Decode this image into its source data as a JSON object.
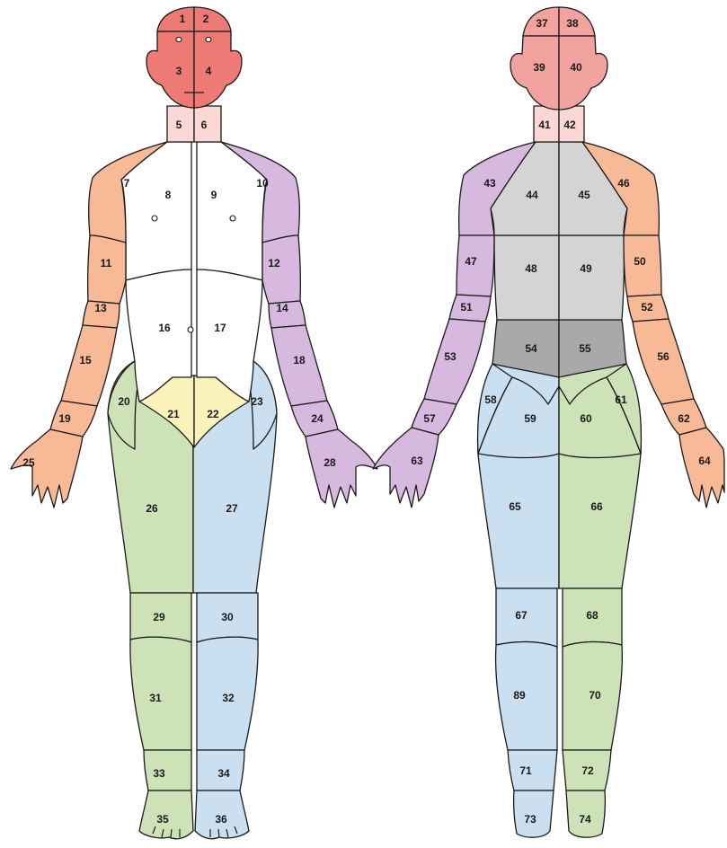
{
  "colors": {
    "head": "#ee7a76",
    "head_back": "#f2a3a0",
    "neck": "#fbd8d6",
    "orange": "#f8b997",
    "purple": "#d7b8df",
    "white": "#ffffff",
    "yellow": "#fcf3bb",
    "green": "#cde3b7",
    "blue": "#cadff0",
    "grey_light": "#d4d4d4",
    "grey_dark": "#a9a9a9",
    "outline": "#1a1a1a"
  },
  "regions": {
    "r1": "1",
    "r2": "2",
    "r3": "3",
    "r4": "4",
    "r5": "5",
    "r6": "6",
    "r7": "7",
    "r8": "8",
    "r9": "9",
    "r10": "10",
    "r11": "11",
    "r12": "12",
    "r13": "13",
    "r14": "14",
    "r15": "15",
    "r16": "16",
    "r17": "17",
    "r18": "18",
    "r19": "19",
    "r20": "20",
    "r21": "21",
    "r22": "22",
    "r23": "23",
    "r24": "24",
    "r25": "25",
    "r26": "26",
    "r27": "27",
    "r28": "28",
    "r29": "29",
    "r30": "30",
    "r31": "31",
    "r32": "32",
    "r33": "33",
    "r34": "34",
    "r35": "35",
    "r36": "36",
    "r37": "37",
    "r38": "38",
    "r39": "39",
    "r40": "40",
    "r41": "41",
    "r42": "42",
    "r43": "43",
    "r44": "44",
    "r45": "45",
    "r46": "46",
    "r47": "47",
    "r48": "48",
    "r49": "49",
    "r50": "50",
    "r51": "51",
    "r52": "52",
    "r53": "53",
    "r54": "54",
    "r55": "55",
    "r56": "56",
    "r57": "57",
    "r58": "58",
    "r59": "59",
    "r60": "60",
    "r61": "61",
    "r62": "62",
    "r63": "63",
    "r64": "64",
    "r65": "65",
    "r66": "66",
    "r67": "67",
    "r68": "68",
    "r69": "89",
    "r70": "70",
    "r71": "71",
    "r72": "72",
    "r73": "73",
    "r74": "74"
  }
}
